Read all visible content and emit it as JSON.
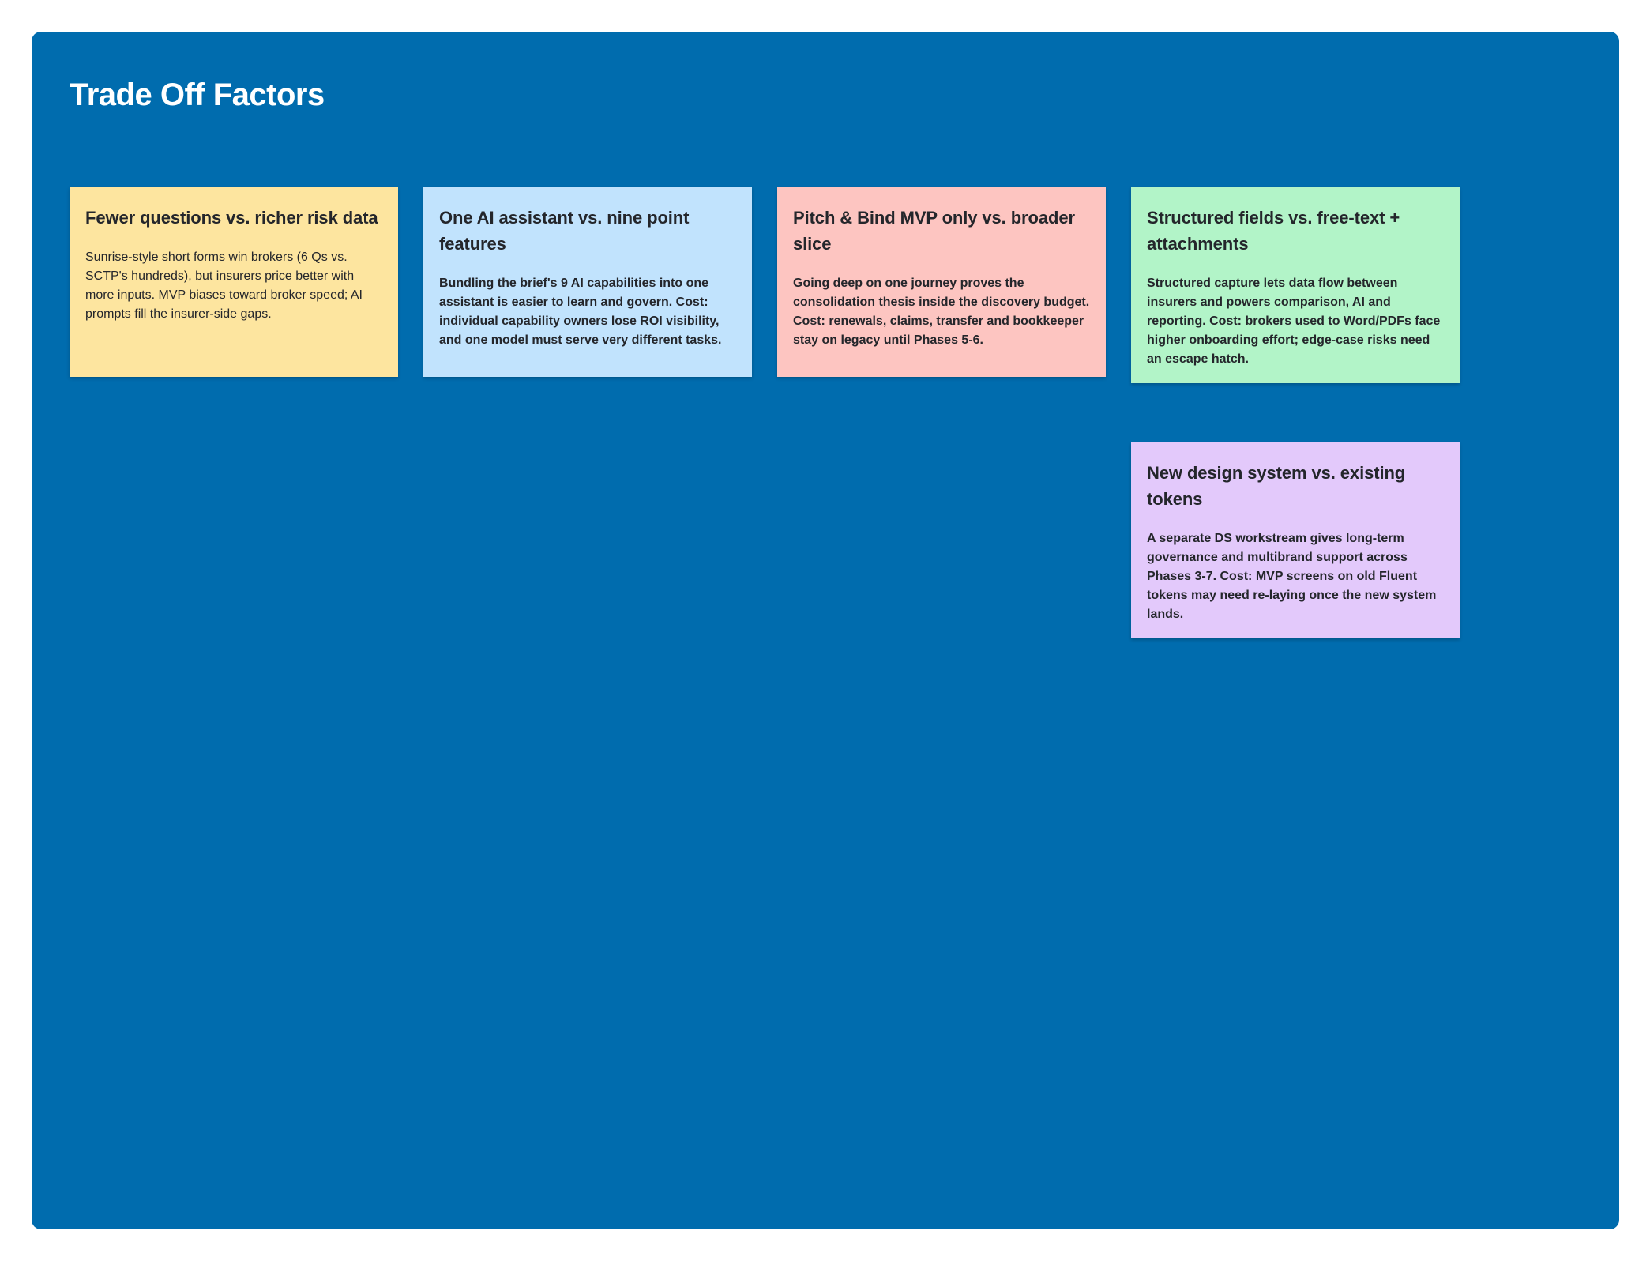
{
  "board": {
    "title": "Trade Off Factors",
    "background_color": "#006cae"
  },
  "notes": [
    {
      "title": "Fewer questions vs. richer risk data",
      "body": "Sunrise-style short forms win brokers (6 Qs vs. SCTP's hundreds), but insurers price better with more inputs. MVP biases toward broker speed; AI prompts fill the insurer-side gaps.",
      "color": "#fde59f"
    },
    {
      "title": "One AI assistant vs. nine point features",
      "body": "Bundling the brief's 9 AI capabilities into one assistant is easier to learn and govern. Cost: individual capability owners lose ROI visibility, and one model must serve very different tasks.",
      "color": "#c1e3fd"
    },
    {
      "title": "Pitch & Bind MVP only vs. broader slice",
      "body": "Going deep on one journey proves the consolidation thesis inside the discovery budget. Cost: renewals, claims, transfer and bookkeeper stay on legacy until Phases 5-6.",
      "color": "#fdc5c1"
    },
    {
      "title": "Structured fields vs. free-text + attachments",
      "body": "Structured capture lets data flow between insurers and powers comparison, AI and reporting. Cost: brokers used to Word/PDFs face higher onboarding effort; edge-case risks need an escape hatch.",
      "color": "#b2f4c8"
    },
    {
      "title": "New design system vs. existing tokens",
      "body": "A separate DS workstream gives long-term governance and multibrand support across Phases 3-7. Cost: MVP screens on old Fluent tokens may need re-laying once the new system lands.",
      "color": "#e3c9fb"
    }
  ]
}
